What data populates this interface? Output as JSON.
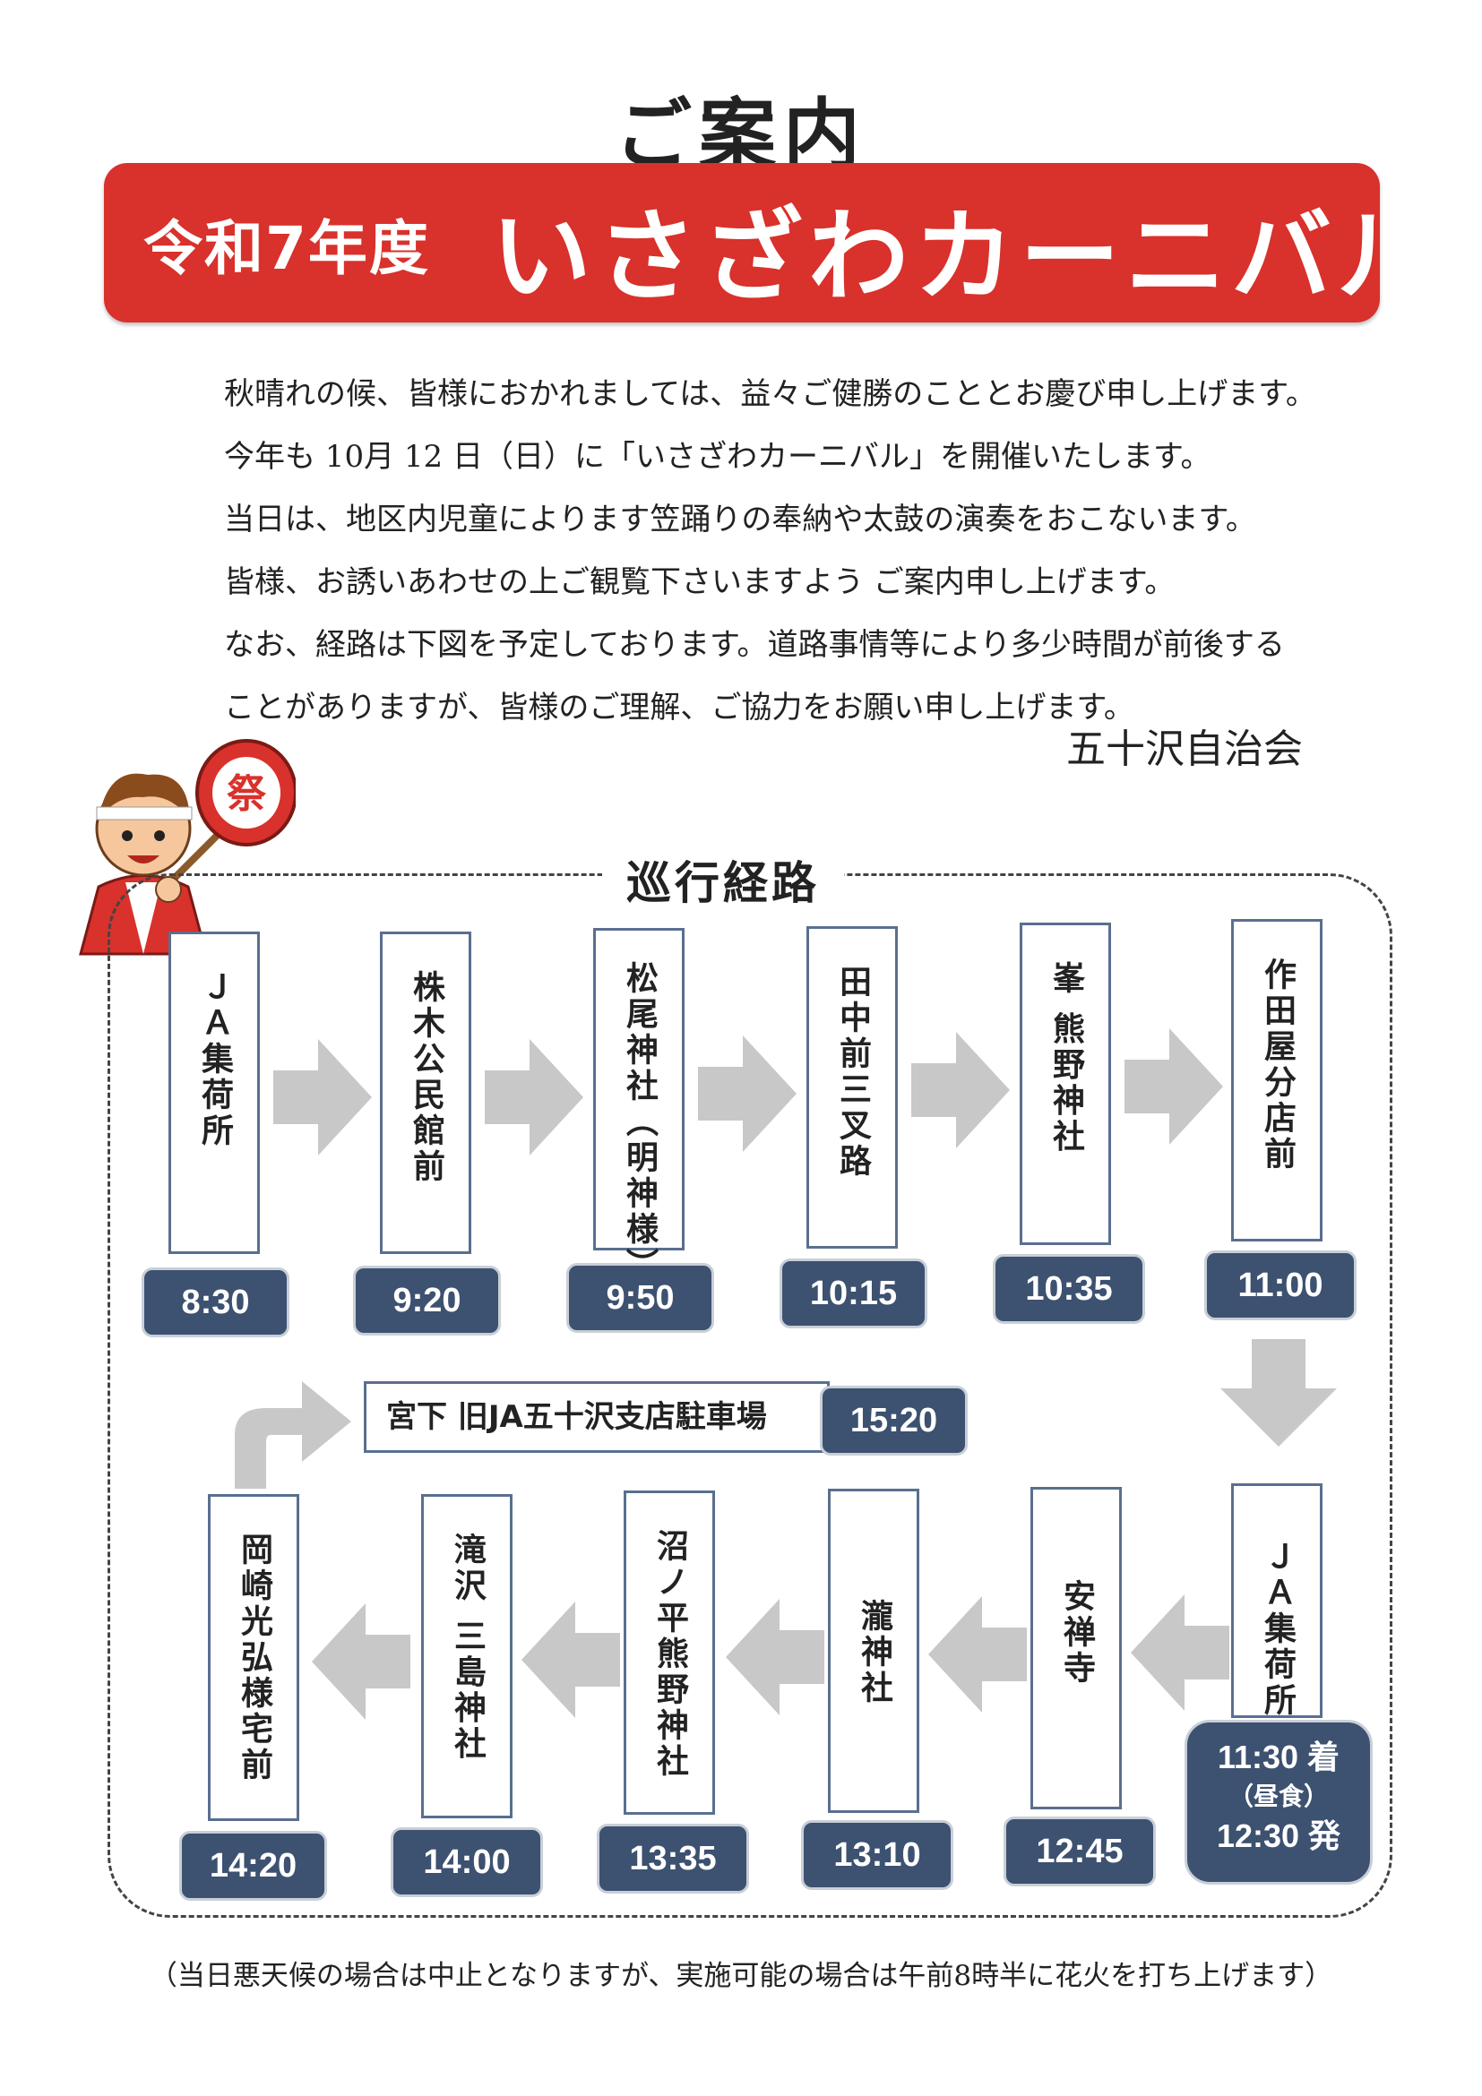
{
  "header": {
    "title": "ご案内",
    "banner_year": "令和7年度",
    "banner_name": "いさざわカーニバル"
  },
  "intro": {
    "lines": [
      "秋晴れの候、皆様におかれましては、益々ご健勝のこととお慶び申し上げます。",
      "今年も 10月 12 日（日）に「いさざわカーニバル」を開催いたします。",
      "当日は、地区内児童によります笠踊りの奉納や太鼓の演奏をおこないます。",
      "皆様、お誘いあわせの上ご観覧下さいますよう ご案内申し上げます。",
      "なお、経路は下図を予定しております。道路事情等により多少時間が前後する",
      "ことがありますが、皆様のご理解、ご協力をお願い申し上げます。"
    ],
    "sender": "五十沢自治会"
  },
  "illustration": {
    "fan_text": "祭"
  },
  "route": {
    "title": "巡行経路",
    "top_row": [
      {
        "name": "ＪＡ集荷所",
        "time": "8:30"
      },
      {
        "name": "株木公民館前",
        "time": "9:20"
      },
      {
        "name": "松尾神社（明神様）",
        "time": "9:50"
      },
      {
        "name": "田中前三叉路",
        "time": "10:15"
      },
      {
        "name": "峯 熊野神社",
        "time": "10:35"
      },
      {
        "name": "作田屋分店前",
        "time": "11:00"
      }
    ],
    "bottom_row": [
      {
        "name": "岡崎光弘様宅前",
        "time": "14:20"
      },
      {
        "name": "滝沢 三島神社",
        "time": "14:00"
      },
      {
        "name": "沼ノ平熊野神社",
        "time": "13:35"
      },
      {
        "name": "瀧神社",
        "time": "13:10"
      },
      {
        "name": "安禅寺",
        "time": "12:45"
      },
      {
        "name": "ＪＡ集荷所",
        "arrive": "11:30 着",
        "lunch": "（昼食）",
        "depart": "12:30 発"
      }
    ],
    "destination": {
      "name": "宮下 旧JA五十沢支店駐車場",
      "time": "15:20"
    }
  },
  "footnote": "（当日悪天候の場合は中止となりますが、実施可能の場合は午前8時半に花火を打ち上げます）",
  "colors": {
    "banner": "#d9312b",
    "time_badge": "#3d5170",
    "arrow": "#c8c8c8"
  }
}
